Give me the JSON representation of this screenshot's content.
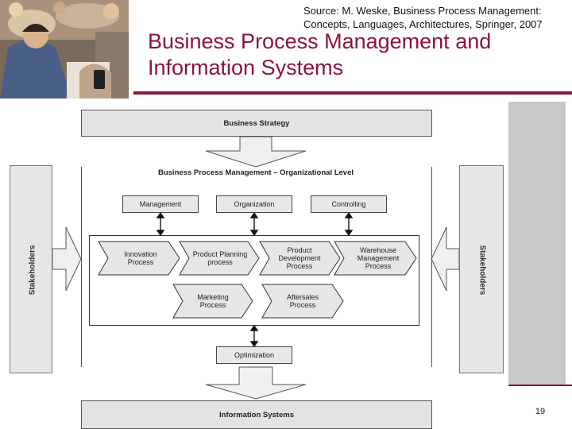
{
  "header": {
    "source": "Source: M. Weske, Business Process Management: Concepts, Languages, Architectures, Springer, 2007",
    "title": "Business Process Management and Information Systems"
  },
  "page_number": "19",
  "colors": {
    "accent": "#8b1538",
    "panel": "#c9c9c9",
    "box": "#e3e3e3"
  },
  "diagram": {
    "strategy": "Business Strategy",
    "org_level": "Business Process Management – Organizational Level",
    "stakeholders_left": "Stakeholders",
    "stakeholders_right": "Stakeholders",
    "management": "Management",
    "organization": "Organization",
    "controlling": "Controlling",
    "processes": [
      {
        "label": "Innovation Process"
      },
      {
        "label": "Product Planning process"
      },
      {
        "label": "Product Development Process"
      },
      {
        "label": "Warehouse Management Process"
      },
      {
        "label": "Marketing Process"
      },
      {
        "label": "Aftersales Process"
      }
    ],
    "optimization": "Optimization",
    "information_systems": "Information Systems"
  }
}
